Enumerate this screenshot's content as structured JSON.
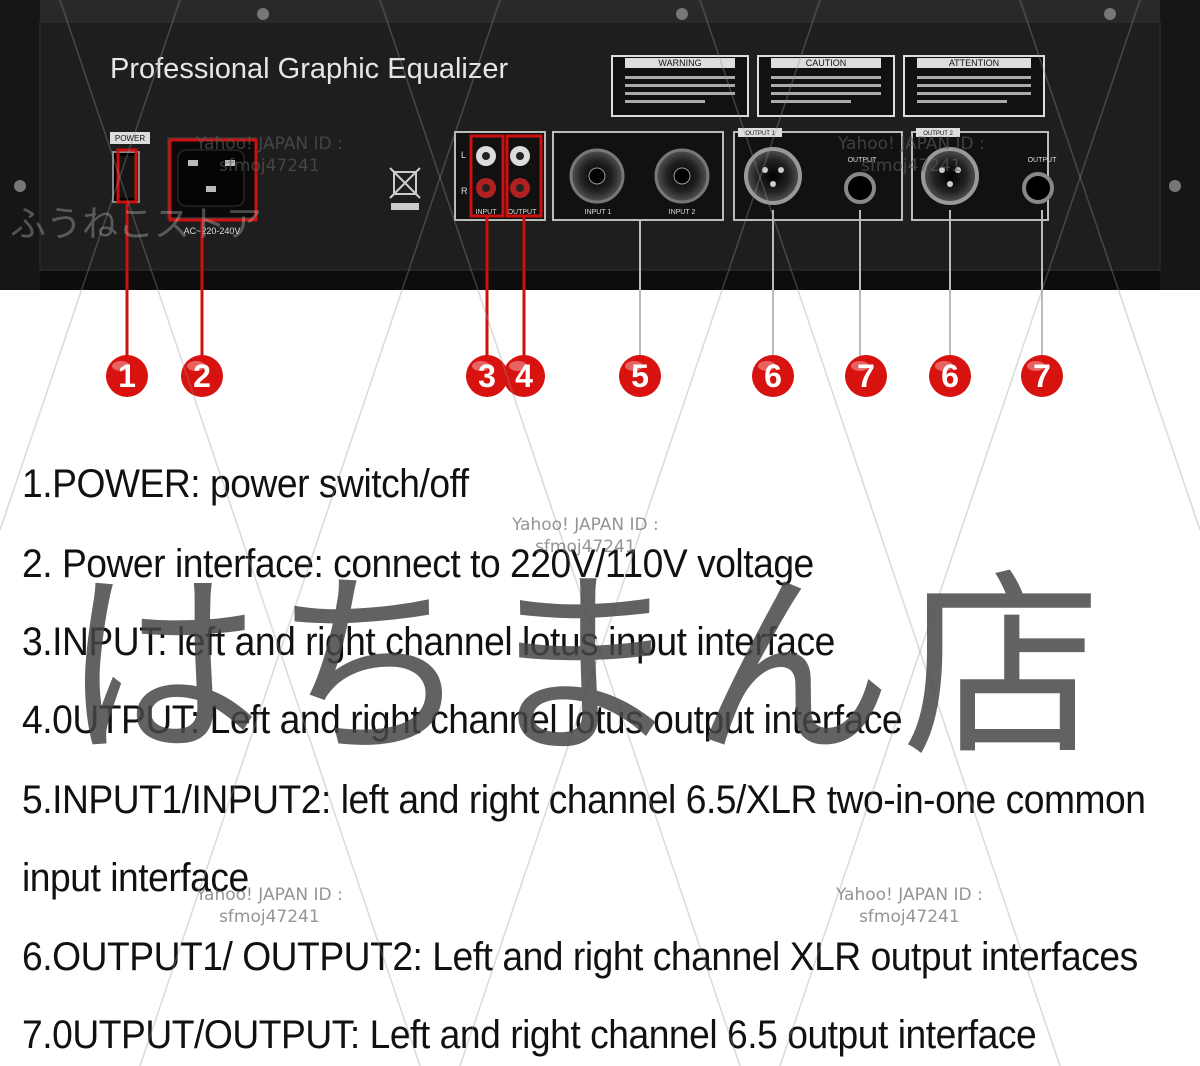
{
  "panel": {
    "title": "Professional Graphic Equalizer",
    "power_label": "POWER",
    "ac_label": "AC~220-240V",
    "warning_title": "WARNING",
    "caution_title": "CAUTION",
    "attention_title": "ATTENTION",
    "rca_left": "L",
    "rca_right": "R",
    "input_label": "INPUT",
    "output_label": "OUTPUT",
    "input1_label": "INPUT 1",
    "input2_label": "INPUT 2",
    "output1_label": "OUTPUT 1",
    "output2_label": "OUTPUT 2",
    "jack_output_label": "OUTPUT"
  },
  "callouts": [
    "1",
    "2",
    "3",
    "4",
    "5",
    "6",
    "7",
    "6",
    "7"
  ],
  "descriptions": [
    "1.POWER: power switch/off",
    "2. Power interface: connect to 220V/110V voltage",
    "3.INPUT: left and right channel lotus input interface",
    "4.0UTPUT: Left and right channel lotus output interface",
    "5.INPUT1/INPUT2: left and right channel 6.5/XLR two-in-one common",
    "input interface",
    "6.OUTPUT1/ OUTPUT2: Left and right channel XLR output interfaces",
    "7.0UTPUT/OUTPUT: Left and right channel 6.5 output interface"
  ],
  "watermarks": {
    "shop_big": "はちまん店",
    "shop_small": "ふうねこストア",
    "yahoo_line1": "Yahoo! JAPAN ID :",
    "yahoo_line2": "sfmoj47241"
  },
  "colors": {
    "panel": "#1c1c1c",
    "callout_red": "#d8120f",
    "line_red": "#cc1010"
  }
}
